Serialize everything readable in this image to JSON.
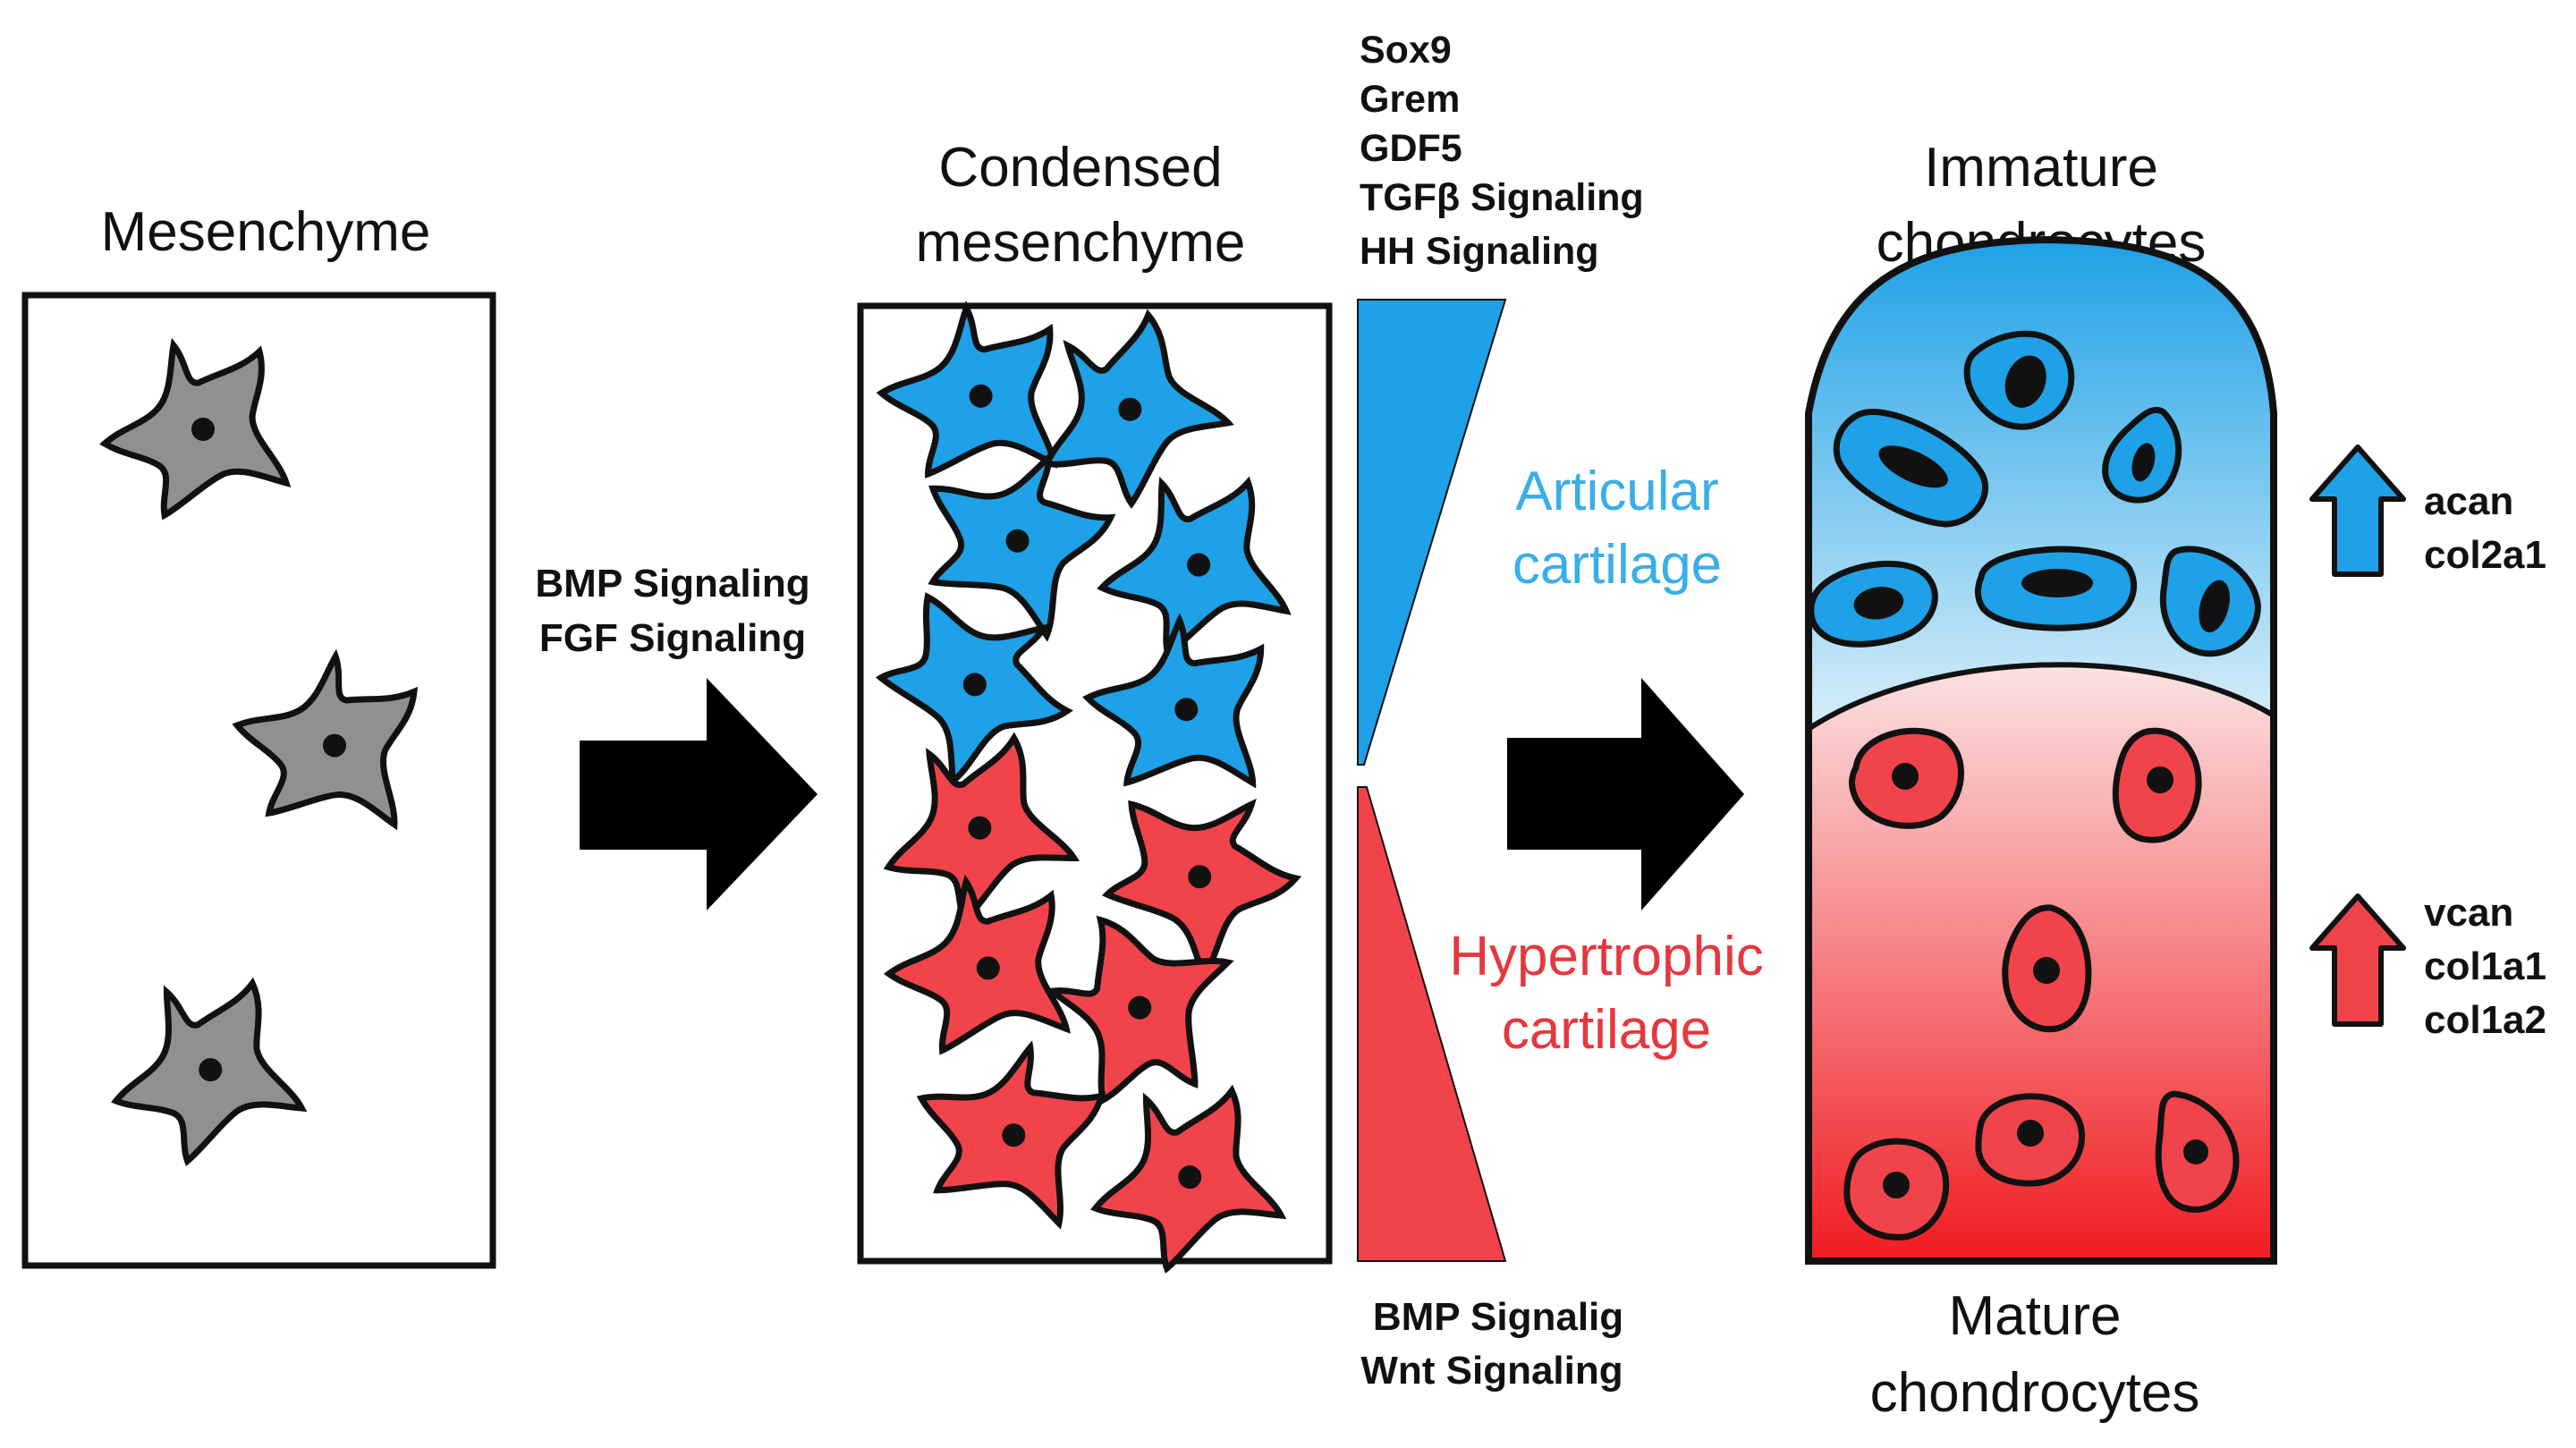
{
  "colors": {
    "blue": "#1ea1e6",
    "blue_light": "#d8eef9",
    "red": "#f0444a",
    "red_light": "#fbe2e2",
    "gray": "#909090",
    "outline": "#111111",
    "articular_text": "#3aaee6",
    "hypertrophic_text": "#e5383e"
  },
  "stages": {
    "mesenchyme": {
      "title": "Mesenchyme"
    },
    "condensed": {
      "title_line1": "Condensed",
      "title_line2": "mesenchyme"
    },
    "immature": {
      "title_line1": "Immature",
      "title_line2": "chondrocytes"
    },
    "mature": {
      "title_line1": "Mature",
      "title_line2": "chondrocytes"
    }
  },
  "transition1_signals": [
    "BMP Signaling",
    "FGF Signaling"
  ],
  "articular_factors": [
    "Sox9",
    "Grem",
    "GDF5",
    "TGFβ Signaling",
    "HH Signaling"
  ],
  "hypertrophic_factors": [
    "BMP Signalig",
    "Wnt Signaling"
  ],
  "lineages": {
    "articular": {
      "line1": "Articular",
      "line2": "cartilage"
    },
    "hypertrophic": {
      "line1": "Hypertrophic",
      "line2": "cartilage"
    }
  },
  "upregulated": {
    "articular_genes": [
      "acan",
      "col2a1"
    ],
    "hypertrophic_genes": [
      "vcan",
      "col1a1",
      "col1a2"
    ]
  }
}
